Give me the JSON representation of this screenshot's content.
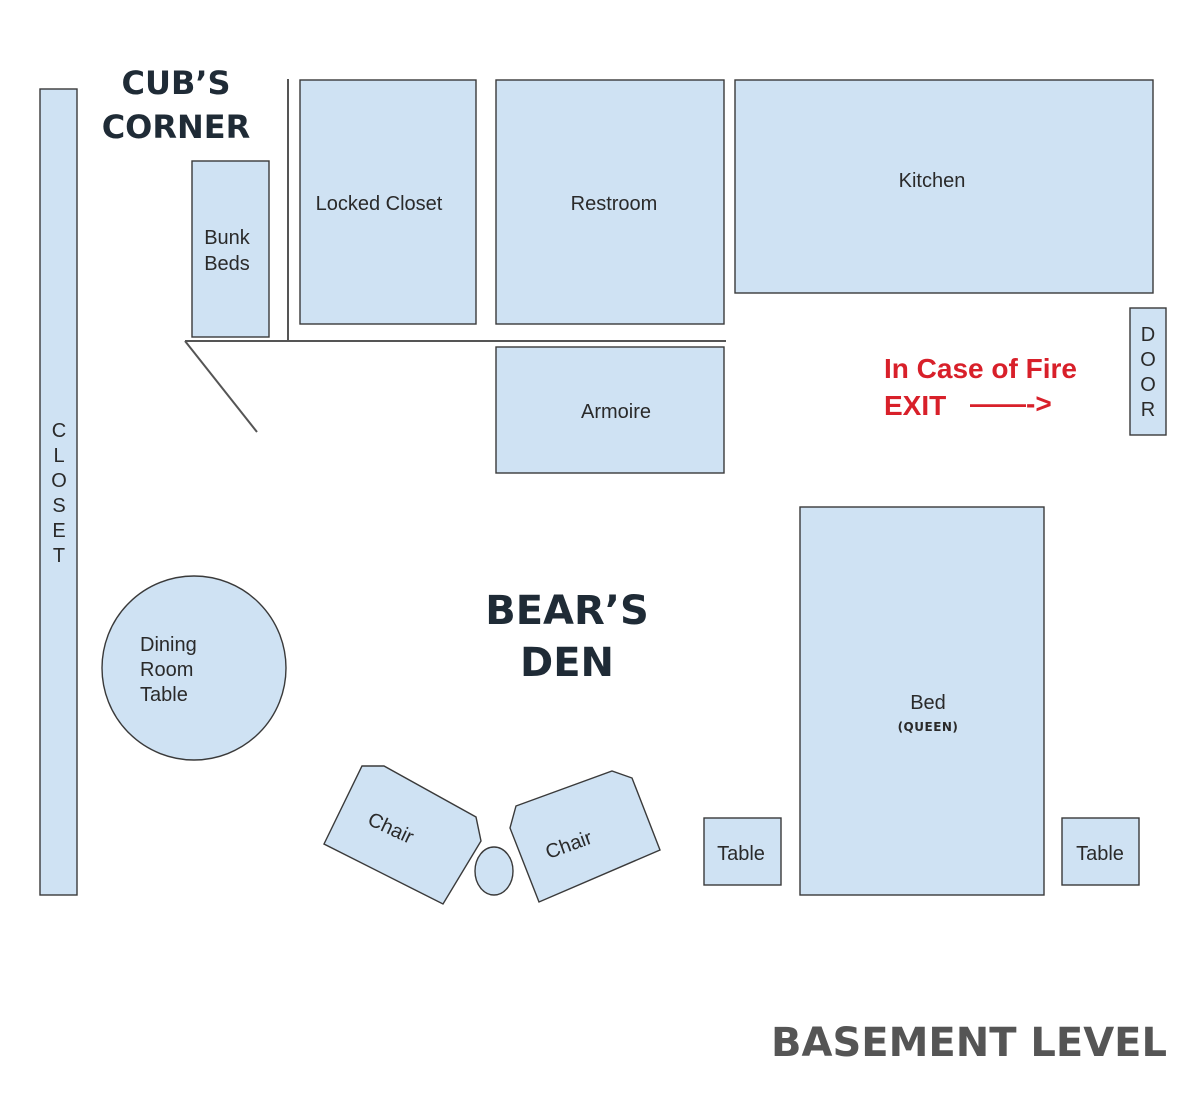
{
  "zones": {
    "cubs_corner": [
      "CUB’S",
      "CORNER"
    ],
    "bears_den": [
      "BEAR’S",
      "DEN"
    ]
  },
  "rooms": {
    "closet_letters": [
      "C",
      "L",
      "O",
      "S",
      "E",
      "T"
    ],
    "bunk_beds": [
      "Bunk",
      "Beds"
    ],
    "locked_closet": "Locked Closet",
    "restroom": "Restroom",
    "kitchen": "Kitchen",
    "armoire": "Armoire",
    "door_letters": [
      "D",
      "O",
      "O",
      "R"
    ],
    "dining_table": [
      "Dining",
      "Room",
      "Table"
    ],
    "bed": "Bed",
    "bed_size": "(QUEEN)",
    "chair": "Chair",
    "table": "Table"
  },
  "fire_exit": {
    "line1": "In Case of Fire",
    "line2": "EXIT",
    "arrow": "——->"
  },
  "level_label": "BASEMENT LEVEL",
  "colors": {
    "room_fill": "#cfe2f3",
    "outline": "#3a3a3a",
    "zone_text": "#1f2b36",
    "fire_text": "#d8202a",
    "level_text": "#555555"
  }
}
